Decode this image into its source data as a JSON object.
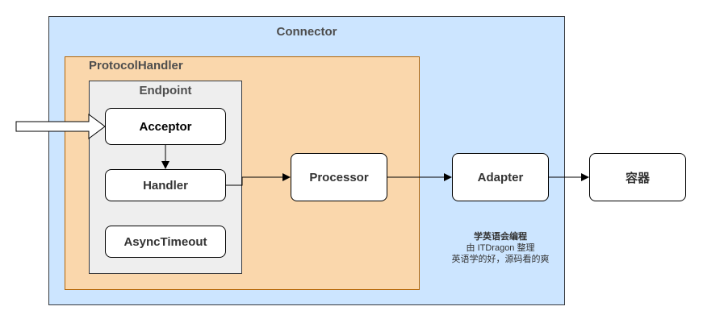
{
  "containers": {
    "connector": "Connector",
    "protocol_handler": "ProtocolHandler",
    "endpoint": "Endpoint"
  },
  "nodes": {
    "acceptor": "Acceptor",
    "handler": "Handler",
    "async_timeout": "AsyncTimeout",
    "processor": "Processor",
    "adapter": "Adapter",
    "container": "容器"
  },
  "watermark": {
    "line1": "学英语会编程",
    "line2": "由 ITDragon 整理",
    "line3": "英语学的好，源码看的爽"
  },
  "colors": {
    "connector_fill": "#cce5ff",
    "protocol_fill": "#fad7ac",
    "endpoint_fill": "#eeeeee"
  }
}
